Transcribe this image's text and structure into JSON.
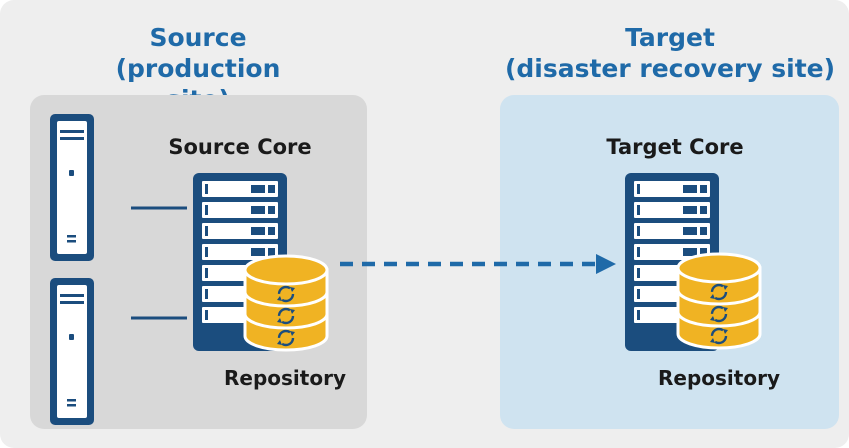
{
  "source": {
    "title_line1": "Source",
    "title_line2": "(production site)",
    "core_label": "Source Core",
    "repository_label": "Repository"
  },
  "target": {
    "title_line1": "Target",
    "title_line2": "(disaster recovery site)",
    "core_label": "Target Core",
    "repository_label": "Repository"
  },
  "colors": {
    "title_blue": "#1f6aa8",
    "server_navy": "#1b4d7e",
    "database_gold": "#f0b323",
    "source_panel": "#d8d8d8",
    "target_panel": "#cfe3f0",
    "background": "#eeeeee"
  },
  "icons": [
    "machine-icon",
    "server-rack-icon",
    "database-icon",
    "replication-arrow-icon"
  ]
}
